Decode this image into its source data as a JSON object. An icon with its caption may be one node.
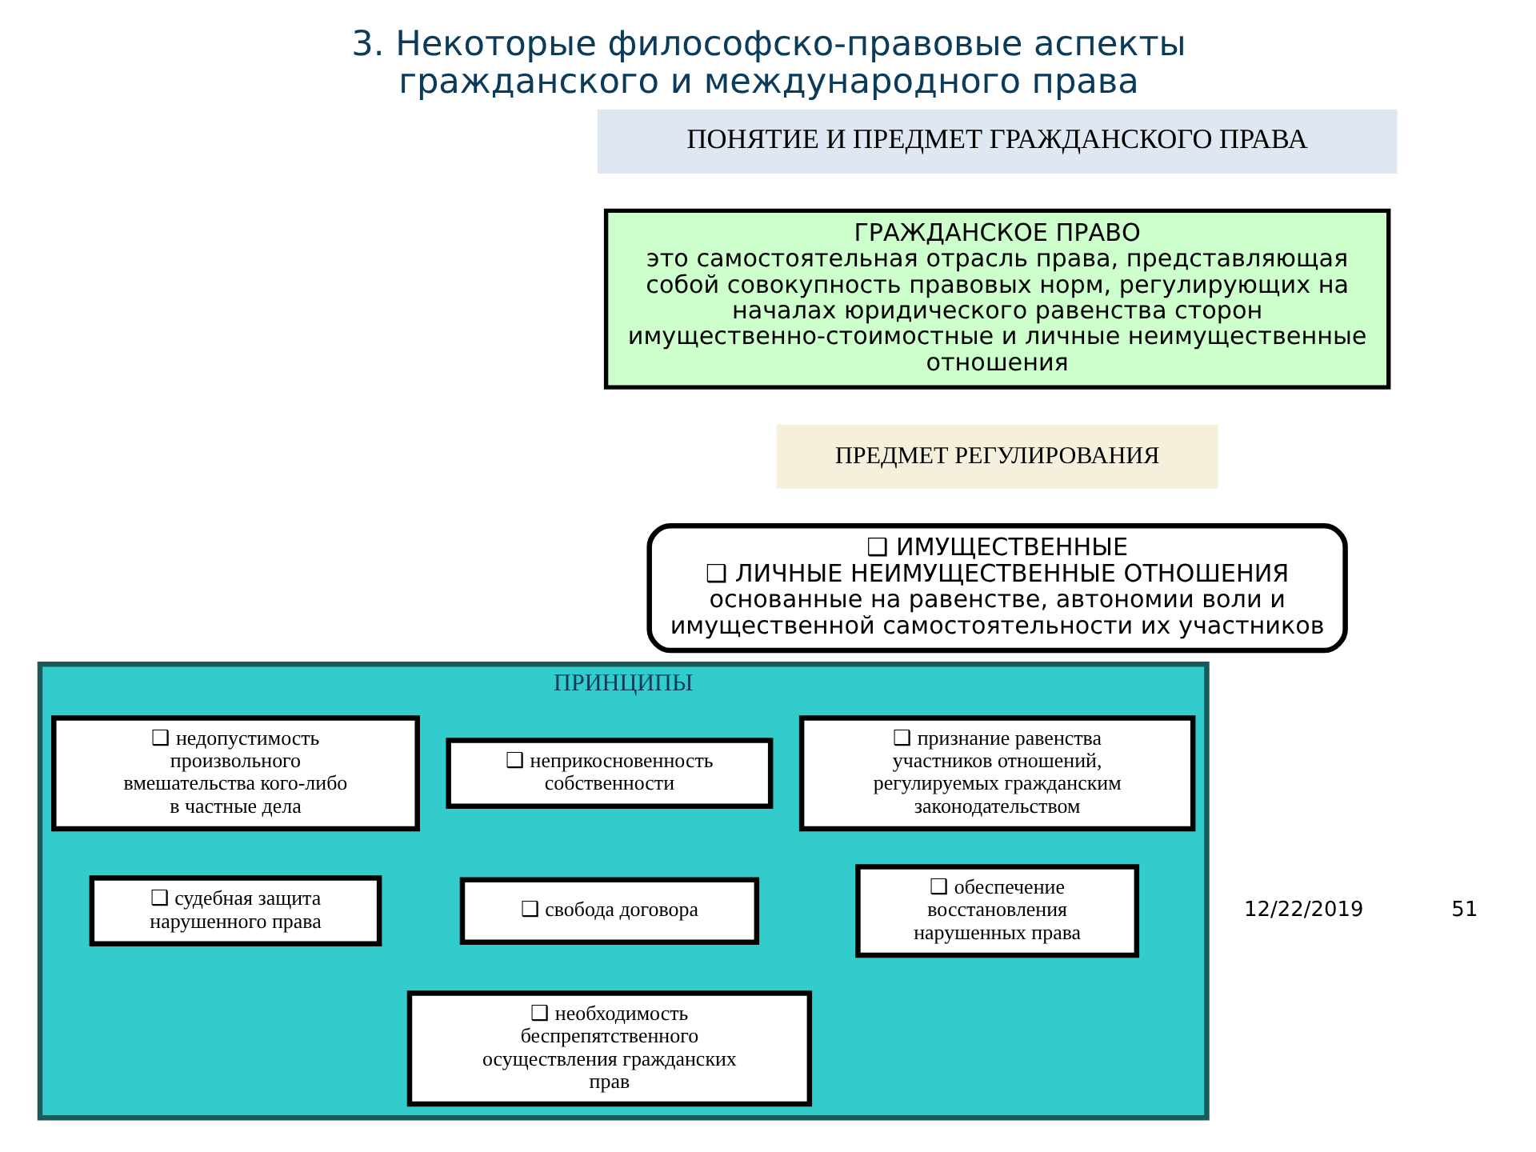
{
  "diagram": {
    "title": "3. Некоторые философско-правовые аспекты гражданского и международного права",
    "nodes": [
      {
        "text": [
          "ПОНЯТИЕ И ПРЕДМЕТ ГРАЖДАНСКОГО ПРАВА"
        ]
      },
      {
        "text": [
          "ГРАЖДАНСКОЕ ПРАВО",
          "это самостоятельная отрасль права, представляющая собой совокупность правовых норм, регулирующих на началах юридического равенства сторон имущественно-стоимостные и личные неимущественные отношения"
        ]
      },
      {
        "text": [
          "ПРЕДМЕТ РЕГУЛИРОВАНИЯ"
        ]
      },
      {
        "text": [
          "❑ ИМУЩЕСТВЕННЫЕ",
          "❑ ЛИЧНЫЕ НЕИМУЩЕСТВЕННЫЕ ОТНОШЕНИЯ",
          "основанные на равенстве, автономии воли и имущественной самостоятельности их участников"
        ]
      },
      {
        "text": [
          "ПРИНЦИПЫ"
        ]
      },
      {
        "text": [
          "❑ признание равенства участников отношений, регулируемых гражданским законодательством"
        ],
        "in": 4
      },
      {
        "text": [
          "❑ неприкосновенность собственности"
        ],
        "in": 4
      },
      {
        "text": [
          "❑ недопустимость произвольного вмешательства кого-либо в частные дела"
        ],
        "in": 4
      },
      {
        "text": [
          "❑ свобода договора"
        ],
        "in": 4
      },
      {
        "text": [
          "❑ обеспечение восстановления нарушенных права"
        ],
        "in": 4
      },
      {
        "text": [
          "❑ необходимость беспрепятственного осуществления гражданских прав"
        ],
        "in": 4
      },
      {
        "text": [
          "❑ судебная защита нарушенного права"
        ],
        "in": 4
      }
    ],
    "labels": [
      "12/22/2019",
      "51"
    ]
  }
}
